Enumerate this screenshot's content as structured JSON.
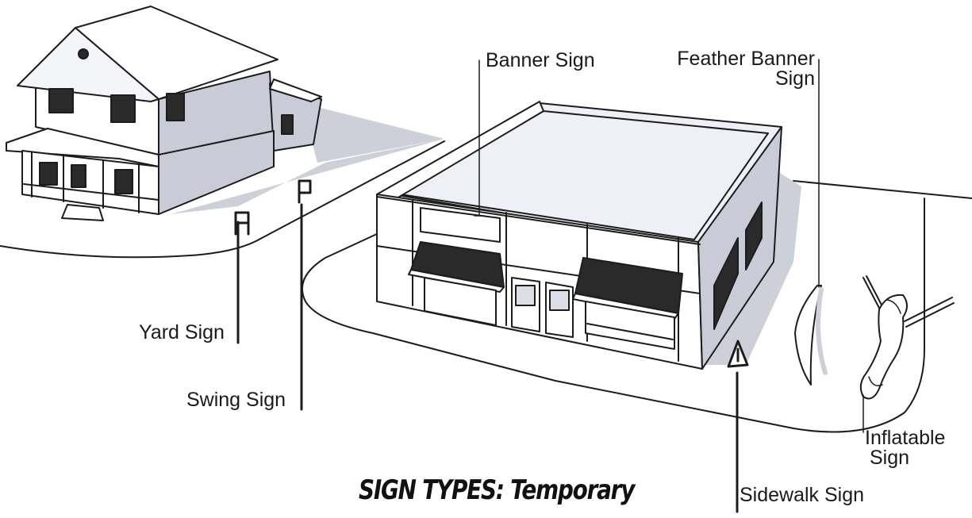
{
  "title": "SIGN TYPES: Temporary",
  "labels": {
    "banner_sign": "Banner Sign",
    "feather_banner_sign_line1": "Feather Banner",
    "feather_banner_sign_line2": "Sign",
    "yard_sign": "Yard Sign",
    "swing_sign": "Swing Sign",
    "inflatable_sign_line1": "Inflatable",
    "inflatable_sign_line2": "Sign",
    "sidewalk_sign": "Sidewalk Sign"
  },
  "colors": {
    "ground_shadow": "#cdd0d8",
    "roof_light": "#eef0f6",
    "wall_shade": "#c9ccd6",
    "line": "#1c1c1c"
  }
}
